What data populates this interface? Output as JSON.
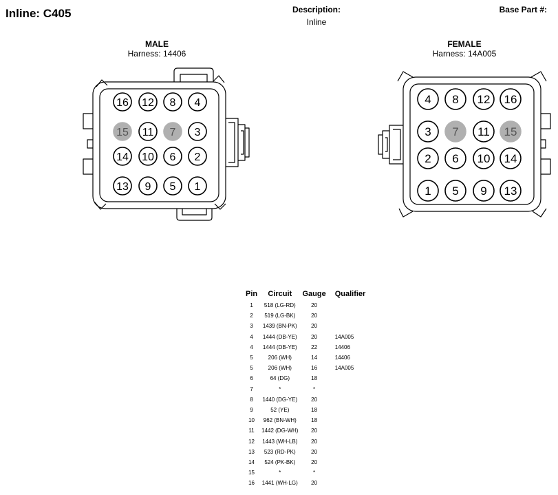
{
  "header": {
    "title": "Inline: C405",
    "description_label": "Description:",
    "description_value": "Inline",
    "base_part_label": "Base Part #:"
  },
  "male": {
    "title": "MALE",
    "harness": "Harness: 14406",
    "rows": [
      [
        "16",
        "12",
        "8",
        "4"
      ],
      [
        "15",
        "11",
        "7",
        "3"
      ],
      [
        "14",
        "10",
        "6",
        "2"
      ],
      [
        "13",
        "9",
        "5",
        "1"
      ]
    ],
    "empty_pins": [
      "7",
      "15"
    ]
  },
  "female": {
    "title": "FEMALE",
    "harness": "Harness: 14A005",
    "rows": [
      [
        "4",
        "8",
        "12",
        "16"
      ],
      [
        "3",
        "7",
        "11",
        "15"
      ],
      [
        "2",
        "6",
        "10",
        "14"
      ],
      [
        "1",
        "5",
        "9",
        "13"
      ]
    ],
    "empty_pins": [
      "7",
      "15"
    ]
  },
  "colors": {
    "empty_pin": "#b0b0b0",
    "line": "#000000"
  },
  "table": {
    "headers": {
      "pin": "Pin",
      "circuit": "Circuit",
      "gauge": "Gauge",
      "qualifier": "Qualifier"
    },
    "rows": [
      {
        "pin": "1",
        "circuit": "518 (LG-RD)",
        "gauge": "20",
        "qualifier": ""
      },
      {
        "pin": "2",
        "circuit": "519 (LG-BK)",
        "gauge": "20",
        "qualifier": ""
      },
      {
        "pin": "3",
        "circuit": "1439 (BN-PK)",
        "gauge": "20",
        "qualifier": ""
      },
      {
        "pin": "4",
        "circuit": "1444 (DB-YE)",
        "gauge": "20",
        "qualifier": "14A005"
      },
      {
        "pin": "4",
        "circuit": "1444 (DB-YE)",
        "gauge": "22",
        "qualifier": "14406"
      },
      {
        "pin": "5",
        "circuit": "206 (WH)",
        "gauge": "14",
        "qualifier": "14406"
      },
      {
        "pin": "5",
        "circuit": "206 (WH)",
        "gauge": "16",
        "qualifier": "14A005"
      },
      {
        "pin": "6",
        "circuit": "64 (DG)",
        "gauge": "18",
        "qualifier": ""
      },
      {
        "pin": "7",
        "circuit": "*",
        "gauge": "*",
        "qualifier": ""
      },
      {
        "pin": "8",
        "circuit": "1440 (DG-YE)",
        "gauge": "20",
        "qualifier": ""
      },
      {
        "pin": "9",
        "circuit": "52 (YE)",
        "gauge": "18",
        "qualifier": ""
      },
      {
        "pin": "10",
        "circuit": "962 (BN-WH)",
        "gauge": "18",
        "qualifier": ""
      },
      {
        "pin": "11",
        "circuit": "1442 (DG-WH)",
        "gauge": "20",
        "qualifier": ""
      },
      {
        "pin": "12",
        "circuit": "1443 (WH-LB)",
        "gauge": "20",
        "qualifier": ""
      },
      {
        "pin": "13",
        "circuit": "523 (RD-PK)",
        "gauge": "20",
        "qualifier": ""
      },
      {
        "pin": "14",
        "circuit": "524 (PK-BK)",
        "gauge": "20",
        "qualifier": ""
      },
      {
        "pin": "15",
        "circuit": "*",
        "gauge": "*",
        "qualifier": ""
      },
      {
        "pin": "16",
        "circuit": "1441 (WH-LG)",
        "gauge": "20",
        "qualifier": ""
      }
    ]
  }
}
